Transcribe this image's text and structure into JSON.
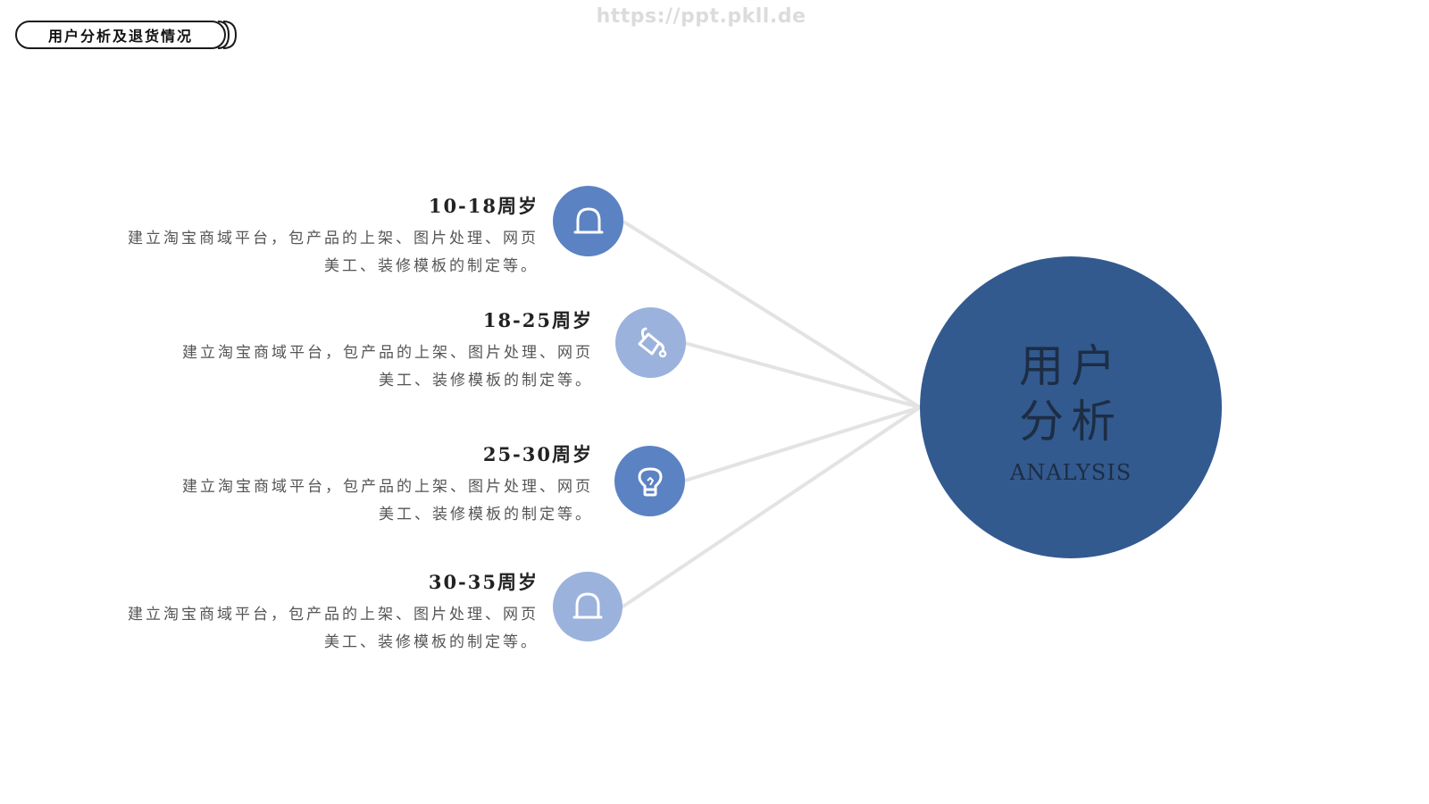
{
  "header": {
    "title": "用户分析及退货情况",
    "watermark": "https://ppt.pkll.de"
  },
  "hub": {
    "title": "用户分析",
    "subtitle": "ANALYSIS",
    "color": "#325a8f"
  },
  "items": [
    {
      "title": "10-18周岁",
      "desc_line1": "建立淘宝商域平台，包产品的上架、图片处理、网页",
      "desc_line2": "美工、装修模板的制定等。",
      "icon": "bell-icon",
      "color": "#5b82c2"
    },
    {
      "title": "18-25周岁",
      "desc_line1": "建立淘宝商域平台，包产品的上架、图片处理、网页",
      "desc_line2": "美工、装修模板的制定等。",
      "icon": "paint-bucket-icon",
      "color": "#9bb2dc"
    },
    {
      "title": "25-30周岁",
      "desc_line1": "建立淘宝商域平台，包产品的上架、图片处理、网页",
      "desc_line2": "美工、装修模板的制定等。",
      "icon": "lightbulb-icon",
      "color": "#5b82c2"
    },
    {
      "title": "30-35周岁",
      "desc_line1": "建立淘宝商域平台，包产品的上架、图片处理、网页",
      "desc_line2": "美工、装修模板的制定等。",
      "icon": "bell-icon",
      "color": "#9bb2dc"
    }
  ]
}
